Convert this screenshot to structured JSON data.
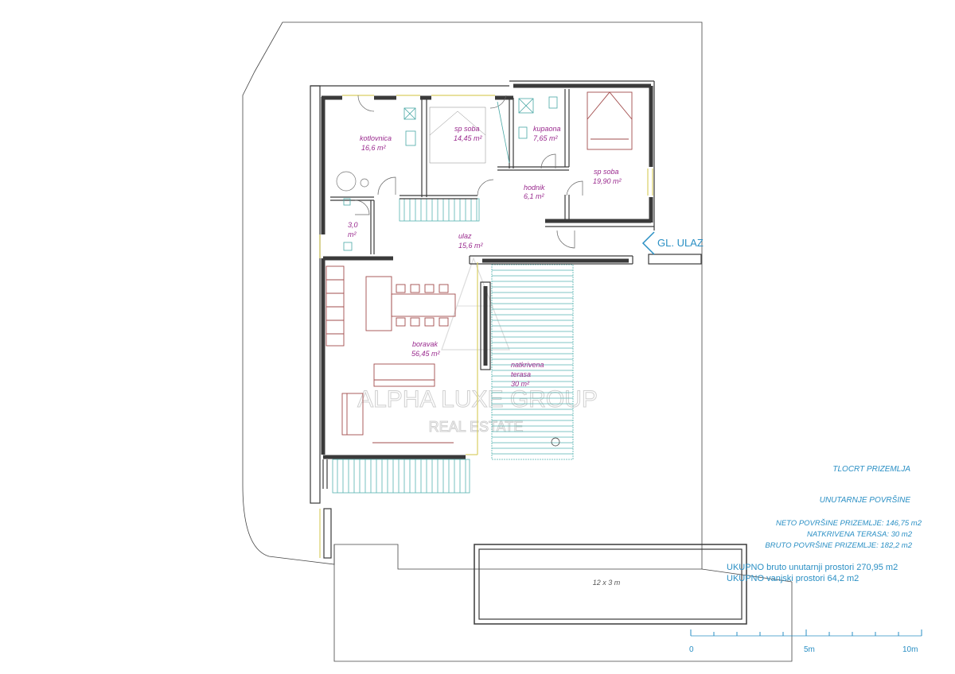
{
  "rooms": {
    "kotlovnica": {
      "name": "kotlovnica",
      "area": "16,6 m²"
    },
    "sp_soba_1": {
      "name": "sp soba",
      "area": "14,45 m²"
    },
    "kupaona": {
      "name": "kupaona",
      "area": "7,65 m²"
    },
    "sp_soba_2": {
      "name": "sp soba",
      "area": "19,90 m²"
    },
    "hodnik": {
      "name": "hodnik",
      "area": "6,1 m²"
    },
    "wc": {
      "area_value": "3,0",
      "area_unit": "m²"
    },
    "ulaz": {
      "name": "ulaz",
      "area": "15,6 m²"
    },
    "boravak": {
      "name": "boravak",
      "area": "56,45 m²"
    },
    "terasa": {
      "line1": "natkrivena",
      "line2": "terasa",
      "area": "30 m²"
    },
    "pool": {
      "label": "12 x 3 m"
    }
  },
  "entrance": {
    "label": "GL. ULAZ"
  },
  "watermark": {
    "line1": "ALPHA LUXE GROUP",
    "line2": "REAL ESTATE"
  },
  "summary": {
    "title": "TLOCRT PRIZEMLJA",
    "subtitle": "UNUTARNJE POVRŠINE",
    "neto": "NETO POVRŠINE PRIZEMLJE: 146,75 m2",
    "natkrivena": "NATKRIVENA TERASA: 30 m2",
    "bruto": "BRUTO POVRŠINE PRIZEMLJE: 182,2 m2",
    "total_inside": "UKUPNO bruto unutarnji prostori  270,95 m2",
    "total_outside": "UKUPNO vanjski prostori 64,2 m2"
  },
  "scale_bar": {
    "labels": [
      "0",
      "5m",
      "10m"
    ]
  },
  "colors": {
    "wall": "#3a3a3a",
    "room_text": "#9a2a8e",
    "info_text": "#2a8fc4",
    "stairs": "#55b3b0",
    "furniture": "#a24c4c",
    "window": "#d9cf63"
  }
}
